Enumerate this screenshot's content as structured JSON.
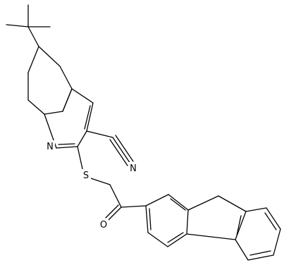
{
  "diagram": {
    "type": "skeletal-formula",
    "background": "#ffffff",
    "line_color": "#000000",
    "atom_labels": {
      "n": "N",
      "s": "S",
      "o": "O",
      "nitrile_n": "N"
    }
  }
}
